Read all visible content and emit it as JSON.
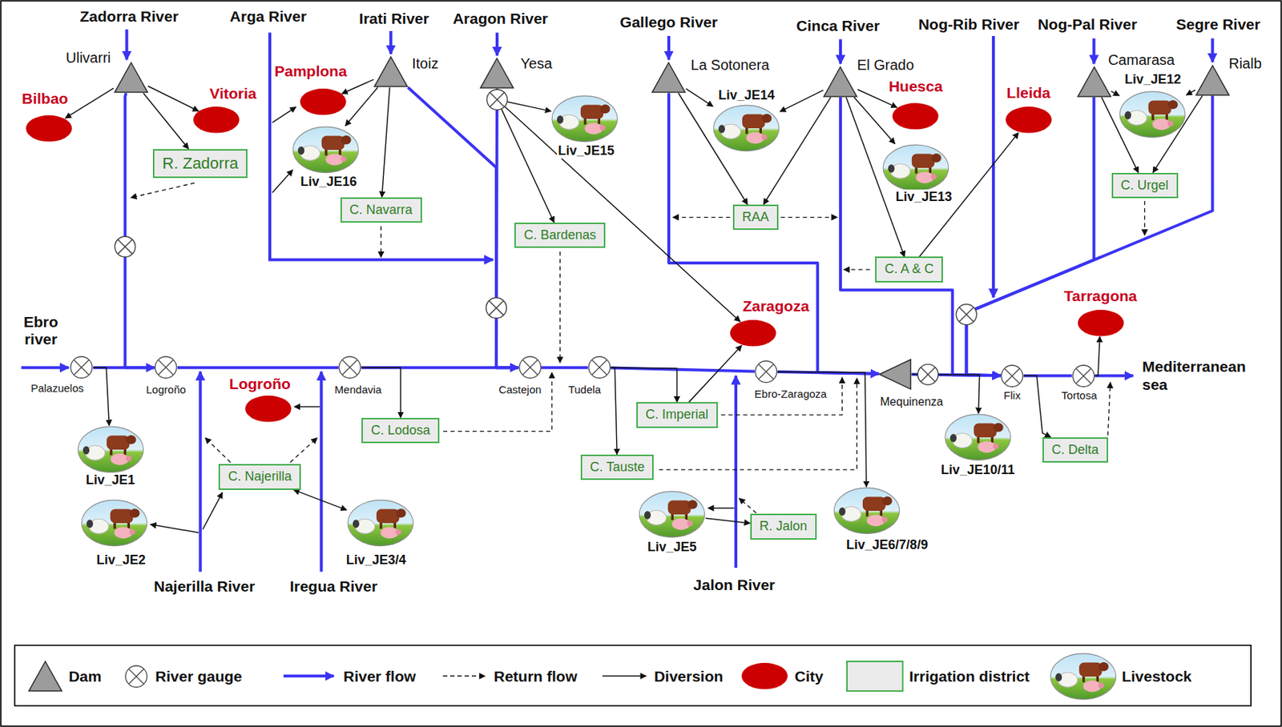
{
  "diagram": {
    "nodes": [
      {
        "text": [
          "Ulivarri"
        ]
      },
      {
        "text": [
          "Itoiz"
        ]
      },
      {
        "text": [
          "Yesa"
        ]
      },
      {
        "text": [
          "La Sotonera"
        ]
      },
      {
        "text": [
          "El Grado"
        ]
      },
      {
        "text": [
          "Camarasa"
        ]
      },
      {
        "text": [
          "Rialb"
        ]
      },
      {
        "text": [
          "Bilbao"
        ]
      },
      {
        "text": [
          "Vitoria"
        ]
      },
      {
        "text": [
          "Pamplona"
        ]
      },
      {
        "text": [
          "Huesca"
        ]
      },
      {
        "text": [
          "Lleida"
        ]
      },
      {
        "text": [
          "Liv_JE12"
        ]
      },
      {
        "text": [
          "Liv_JE14"
        ]
      },
      {
        "text": [
          "Liv_JE15"
        ]
      },
      {
        "text": [
          "Liv_JE16"
        ]
      },
      {
        "text": [
          "R. Zadorra"
        ]
      },
      {
        "text": [
          "Liv_JE13"
        ]
      },
      {
        "text": [
          "C. Urgel"
        ]
      },
      {
        "text": [
          "C. Navarra"
        ]
      },
      {
        "text": [
          "RAA"
        ]
      },
      {
        "text": [
          "C. Bardenas"
        ]
      },
      {
        "text": [
          "C. A & C"
        ]
      },
      {
        "text": [
          "Zaragoza"
        ]
      },
      {
        "text": [
          "Tarragona"
        ]
      },
      {
        "text": [
          "Palazuelos"
        ]
      },
      {
        "text": [
          "Logroño"
        ]
      },
      {
        "text": [
          "Mendavia"
        ]
      },
      {
        "text": [
          "Castejon"
        ]
      },
      {
        "text": [
          "Tudela"
        ]
      },
      {
        "text": [
          "Ebro-Zaragoza"
        ]
      },
      {
        "text": [
          "Mequinenza"
        ]
      },
      {
        "text": [
          "Flix"
        ]
      },
      {
        "text": [
          "Tortosa"
        ]
      },
      {
        "text": [
          "Logroño"
        ]
      },
      {
        "text": [
          "C. Lodosa"
        ]
      },
      {
        "text": [
          "C. Imperial"
        ]
      },
      {
        "text": [
          "Liv_JE10/11"
        ]
      },
      {
        "text": [
          "C. Delta"
        ]
      },
      {
        "text": [
          "Liv_JE1"
        ]
      },
      {
        "text": [
          "C. Najerilla"
        ]
      },
      {
        "text": [
          "C. Tauste"
        ]
      },
      {
        "text": [
          "Liv_JE6/7/8/9"
        ]
      },
      {
        "text": [
          "R. Jalon"
        ]
      },
      {
        "text": [
          "Liv_JE2"
        ]
      },
      {
        "text": [
          "Liv_JE3/4"
        ]
      },
      {
        "text": [
          "Liv_JE5"
        ]
      }
    ],
    "edges": [
      {
        "from": 0,
        "to": 26,
        "arrow": "to"
      },
      {
        "from": 25,
        "to": 26,
        "arrow": "none"
      },
      {
        "from": 26,
        "to": 27,
        "arrow": "none"
      },
      {
        "from": 27,
        "to": 28,
        "arrow": "none"
      },
      {
        "from": 1,
        "to": 28,
        "arrow": "to"
      },
      {
        "from": 2,
        "to": 28,
        "arrow": "to"
      },
      {
        "from": 28,
        "to": 29,
        "arrow": "none"
      },
      {
        "from": 29,
        "to": 30,
        "arrow": "none"
      },
      {
        "from": 30,
        "to": 31,
        "arrow": "none"
      },
      {
        "from": 3,
        "to": 31,
        "arrow": "to"
      },
      {
        "from": 4,
        "to": 32,
        "arrow": "to"
      },
      {
        "from": 5,
        "to": 32,
        "arrow": "to"
      },
      {
        "from": 6,
        "to": 32,
        "arrow": "to"
      },
      {
        "from": 31,
        "to": 32,
        "arrow": "none"
      },
      {
        "from": 32,
        "to": 33,
        "arrow": "none"
      },
      {
        "from": 0,
        "to": 7,
        "arrow": "to"
      },
      {
        "from": 0,
        "to": 8,
        "arrow": "to"
      },
      {
        "from": 0,
        "to": 16,
        "arrow": "to"
      },
      {
        "from": 1,
        "to": 9,
        "arrow": "to"
      },
      {
        "from": 1,
        "to": 15,
        "arrow": "to"
      },
      {
        "from": 1,
        "to": 19,
        "arrow": "to"
      },
      {
        "from": 2,
        "to": 14,
        "arrow": "to"
      },
      {
        "from": 2,
        "to": 21,
        "arrow": "to"
      },
      {
        "from": 2,
        "to": 23,
        "arrow": "to"
      },
      {
        "from": 3,
        "to": 13,
        "arrow": "to"
      },
      {
        "from": 3,
        "to": 20,
        "arrow": "to"
      },
      {
        "from": 4,
        "to": 13,
        "arrow": "to"
      },
      {
        "from": 4,
        "to": 20,
        "arrow": "to"
      },
      {
        "from": 4,
        "to": 10,
        "arrow": "to"
      },
      {
        "from": 4,
        "to": 17,
        "arrow": "to"
      },
      {
        "from": 4,
        "to": 22,
        "arrow": "to"
      },
      {
        "from": 22,
        "to": 11,
        "arrow": "to"
      },
      {
        "from": 5,
        "to": 12,
        "arrow": "to"
      },
      {
        "from": 5,
        "to": 18,
        "arrow": "to"
      },
      {
        "from": 6,
        "to": 12,
        "arrow": "to"
      },
      {
        "from": 6,
        "to": 18,
        "arrow": "to"
      },
      {
        "from": 25,
        "to": 39,
        "arrow": "to"
      },
      {
        "from": 27,
        "to": 35,
        "arrow": "to"
      },
      {
        "from": 29,
        "to": 41,
        "arrow": "to"
      },
      {
        "from": 29,
        "to": 36,
        "arrow": "to"
      },
      {
        "from": 36,
        "to": 23,
        "arrow": "to"
      },
      {
        "from": 30,
        "to": 42,
        "arrow": "to"
      },
      {
        "from": 31,
        "to": 37,
        "arrow": "to"
      },
      {
        "from": 32,
        "to": 38,
        "arrow": "to"
      },
      {
        "from": 33,
        "to": 24,
        "arrow": "to"
      },
      {
        "from": 40,
        "to": 45,
        "arrow": "both"
      },
      {
        "from": 46,
        "to": 43,
        "arrow": "to"
      }
    ],
    "labels": [
      "Zadorra River",
      "Arga River",
      "Irati River",
      "Aragon River",
      "Gallego River",
      "Cinca River",
      "Nog-Rib River",
      "Nog-Pal River",
      "Segre River",
      "Ebro river",
      "Najerilla River",
      "Iregua River",
      "Jalon River",
      "Mediterranean sea"
    ],
    "legend": [
      {
        "text": "Dam"
      },
      {
        "text": "River gauge"
      },
      {
        "text": "River flow"
      },
      {
        "text": "Return flow"
      },
      {
        "text": "Diversion"
      },
      {
        "text": "City",
        "color": "#cc0000"
      },
      {
        "text": "Irrigation district",
        "color": "#ebebeb"
      },
      {
        "text": "Livestock"
      }
    ]
  }
}
